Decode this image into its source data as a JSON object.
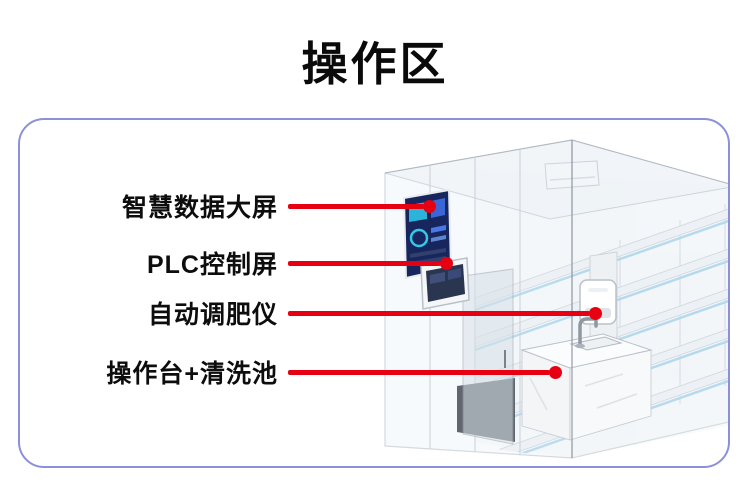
{
  "title": "操作区",
  "callouts": [
    {
      "label": "智慧数据大屏"
    },
    {
      "label": "PLC控制屏"
    },
    {
      "label": "自动调肥仪"
    },
    {
      "label": "操作台+清洗池"
    }
  ],
  "colors": {
    "line_red": "#e60012",
    "card_border": "#8b90d9",
    "screen_navy": "#17265c",
    "rack_light_blue": "#8fcae8"
  },
  "illustration": {
    "name": "operation-room-3d-illustration"
  }
}
